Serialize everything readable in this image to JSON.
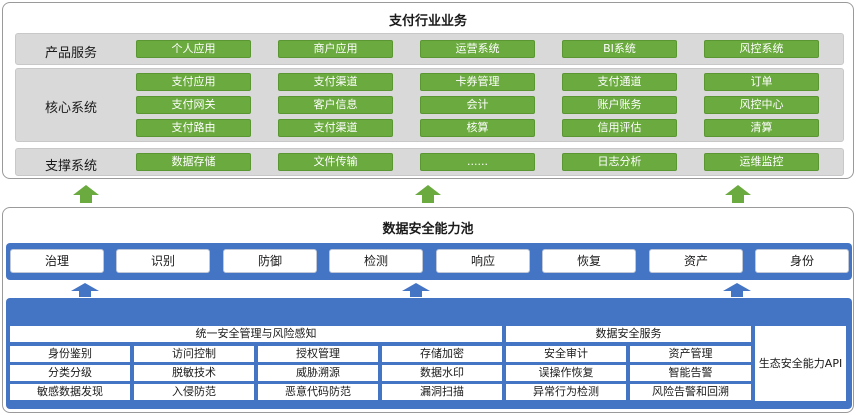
{
  "top": {
    "title": "支付行业业务",
    "rows": [
      {
        "label": "产品服务",
        "items": [
          [
            "个人应用",
            "商户应用",
            "运营系统",
            "BI系统",
            "风控系统"
          ]
        ]
      },
      {
        "label": "核心系统",
        "items": [
          [
            "支付应用",
            "支付渠道",
            "卡券管理",
            "支付通道",
            "订单"
          ],
          [
            "支付网关",
            "客户信息",
            "会计",
            "账户账务",
            "风控中心"
          ],
          [
            "支付路由",
            "支付渠道",
            "核算",
            "信用评估",
            "清算"
          ]
        ]
      },
      {
        "label": "支撑系统",
        "items": [
          [
            "数据存储",
            "文件传输",
            "......",
            "日志分析",
            "运维监控"
          ]
        ]
      }
    ]
  },
  "bottom": {
    "title": "数据安全能力池",
    "capabilities": [
      "治理",
      "识别",
      "防御",
      "检测",
      "响应",
      "恢复",
      "资产",
      "身份"
    ],
    "mgmt_header": "统一安全管理与风险感知",
    "mgmt_cells": [
      [
        "身份鉴别",
        "访问控制",
        "授权管理",
        "存储加密"
      ],
      [
        "分类分级",
        "脱敏技术",
        "威胁溯源",
        "数据水印"
      ],
      [
        "敏感数据发现",
        "入侵防范",
        "恶意代码防范",
        "漏洞扫描"
      ]
    ],
    "service_header": "数据安全服务",
    "service_cells": [
      [
        "安全审计",
        "资产管理"
      ],
      [
        "误操作恢复",
        "智能告警"
      ],
      [
        "异常行为检测",
        "风险告警和回溯"
      ]
    ],
    "ecosystem_label": "生态安全能力API"
  },
  "colors": {
    "green_button": "#6aaa3e",
    "green_arrow": "#6aaa3e",
    "blue_band": "#4474c4",
    "row_band": "#d9d9d9"
  }
}
